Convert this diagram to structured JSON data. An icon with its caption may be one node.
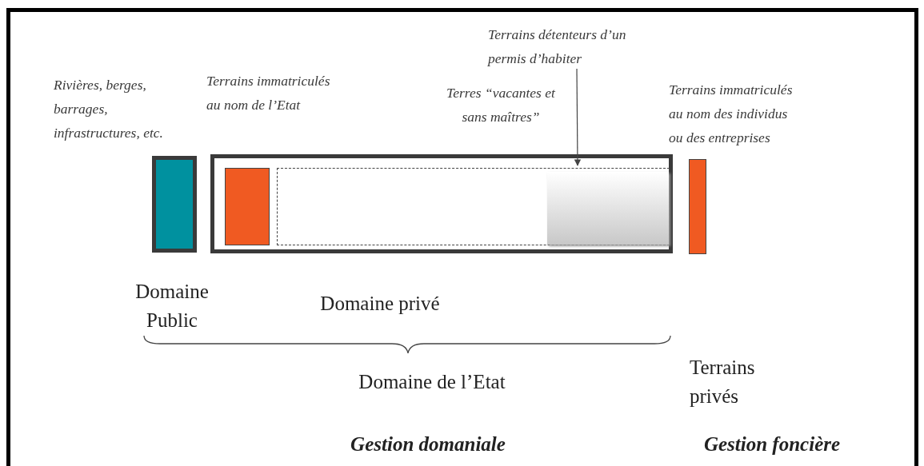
{
  "diagram": {
    "nodes": [
      {
        "text": [
          "Rivières, berges, barrages, infrastructures, etc."
        ],
        "beside": [
          "Domaine Public"
        ]
      },
      {
        "text": [
          "Domaine privé"
        ]
      },
      {
        "text": [],
        "shape": "bar",
        "in": 1
      },
      {
        "text": [
          "Terres “vacantes et sans maîtres”"
        ],
        "in": 1
      },
      {
        "text": [],
        "shape": "box",
        "in": 3
      },
      {
        "text": [
          "Terrains détenteurs d’un permis d’habiter"
        ]
      },
      {
        "text": [
          "Terrains immatriculés au nom des individus ou des entreprises"
        ]
      }
    ],
    "edges": [
      {
        "from": 5,
        "to": 4,
        "arrow": "to"
      }
    ],
    "labels": [
      "Terrains immatriculés au nom de l’Etat",
      "Terrains privés",
      "Domaine de l’Etat",
      "Gestion domaniale",
      "Gestion foncière"
    ]
  }
}
